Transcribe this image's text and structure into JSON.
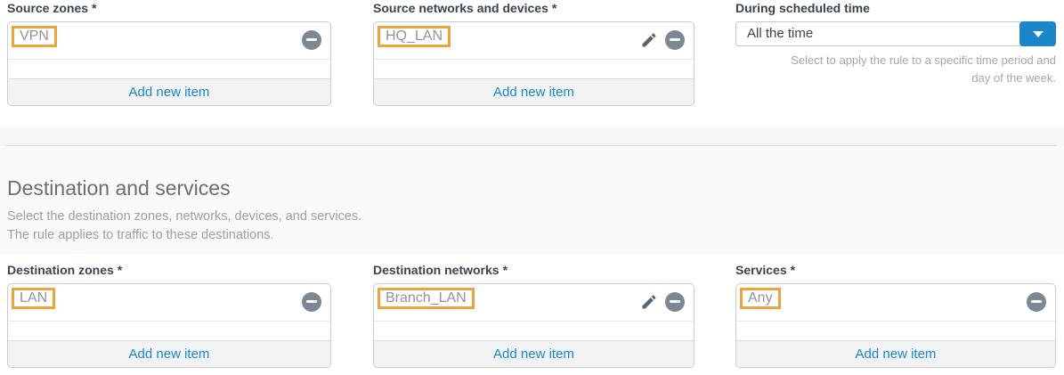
{
  "colors": {
    "accent_blue": "#1b87c9",
    "highlight_orange": "#e9a43c",
    "label_dark": "#39444e",
    "item_text_gray": "#8d959c",
    "remove_icon_gray": "#7c8893"
  },
  "source_row": {
    "zones": {
      "label": "Source zones",
      "required_mark": "*",
      "item": "VPN",
      "add_label": "Add new item"
    },
    "networks": {
      "label": "Source networks and devices",
      "required_mark": "*",
      "item": "HQ_LAN",
      "add_label": "Add new item"
    },
    "schedule": {
      "label": "During scheduled time",
      "selected": "All the time",
      "helper_line1": "Select to apply the rule to a specific time period and",
      "helper_line2": "day of the week."
    }
  },
  "destination_section": {
    "heading": "Destination and services",
    "description_line1": "Select the destination zones, networks, devices, and services.",
    "description_line2": "The rule applies to traffic to these destinations.",
    "zones": {
      "label": "Destination zones",
      "required_mark": "*",
      "item": "LAN",
      "add_label": "Add new item"
    },
    "networks": {
      "label": "Destination networks",
      "required_mark": "*",
      "item": "Branch_LAN",
      "add_label": "Add new item"
    },
    "services": {
      "label": "Services",
      "required_mark": "*",
      "item": "Any",
      "add_label": "Add new item"
    }
  }
}
